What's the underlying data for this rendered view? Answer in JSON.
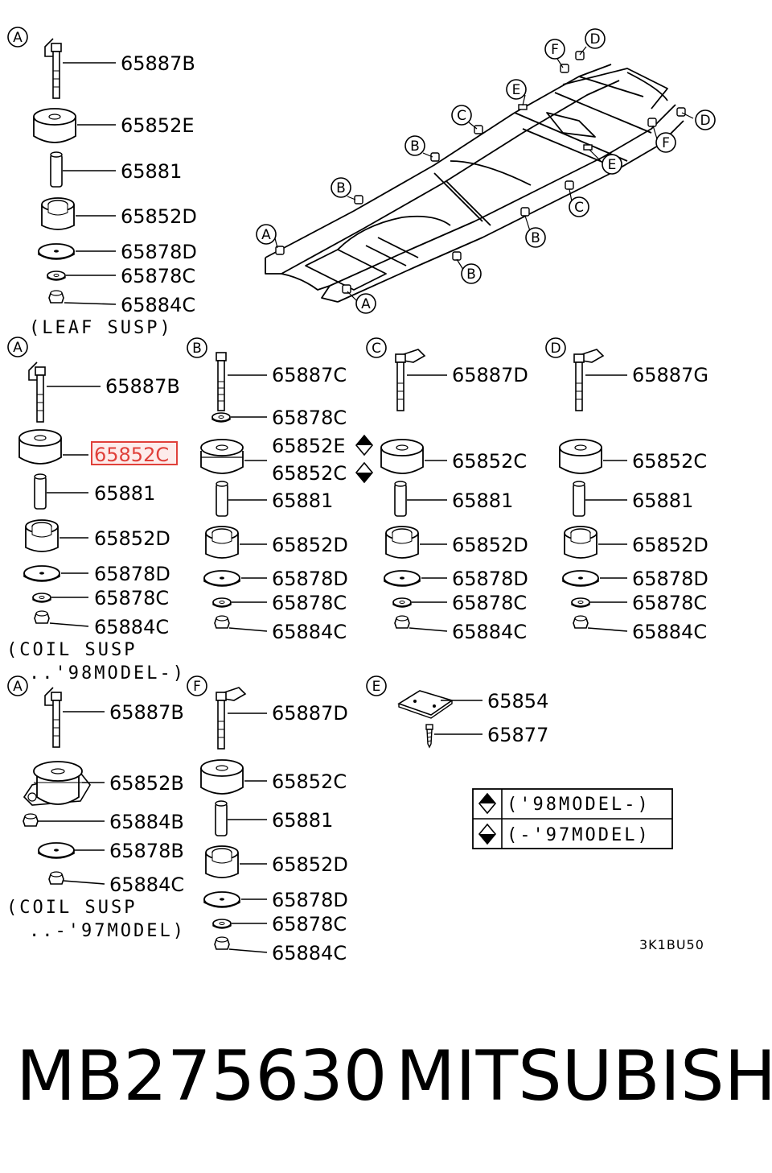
{
  "diagram": {
    "frame_labels": [
      "A",
      "A",
      "B",
      "B",
      "B",
      "B",
      "C",
      "C",
      "D",
      "D",
      "E",
      "E",
      "F",
      "F"
    ],
    "group_leaf": {
      "circle": "A",
      "parts": [
        "65887B",
        "65852E",
        "65881",
        "65852D",
        "65878D",
        "65878C",
        "65884C"
      ],
      "caption": "(LEAF SUSP)"
    },
    "group_coil98": {
      "circle": "A",
      "parts": [
        "65887B",
        "65852C",
        "65881",
        "65852D",
        "65878D",
        "65878C",
        "65884C"
      ],
      "caption1": "(COIL SUSP",
      "caption2": "..'98MODEL-)"
    },
    "group_b": {
      "circle": "B",
      "parts": [
        "65887C",
        "65878C",
        "65852E",
        "65852C",
        "65881",
        "65852D",
        "65878D",
        "65878C",
        "65884C"
      ]
    },
    "group_c": {
      "circle": "C",
      "parts": [
        "65887D",
        "65852C",
        "65881",
        "65852D",
        "65878D",
        "65878C",
        "65884C"
      ]
    },
    "group_d": {
      "circle": "D",
      "parts": [
        "65887G",
        "65852C",
        "65881",
        "65852D",
        "65878D",
        "65878C",
        "65884C"
      ]
    },
    "group_coil97": {
      "circle": "A",
      "parts": [
        "65887B",
        "65852B",
        "65884B",
        "65878B",
        "65884C"
      ],
      "caption1": "(COIL SUSP",
      "caption2": "..-'97MODEL)"
    },
    "group_f": {
      "circle": "F",
      "parts": [
        "65887D",
        "65852C",
        "65881",
        "65852D",
        "65878D",
        "65878C",
        "65884C"
      ]
    },
    "group_e": {
      "circle": "E",
      "parts": [
        "65854",
        "65877"
      ]
    },
    "legend": {
      "row1": "('98MODEL-)",
      "row2": "(-'97MODEL)"
    },
    "code": "3K1BU50",
    "highlight_color": "#e0403a"
  },
  "footer": {
    "part_number": "MB275630",
    "brand": "MITSUBISHI"
  }
}
